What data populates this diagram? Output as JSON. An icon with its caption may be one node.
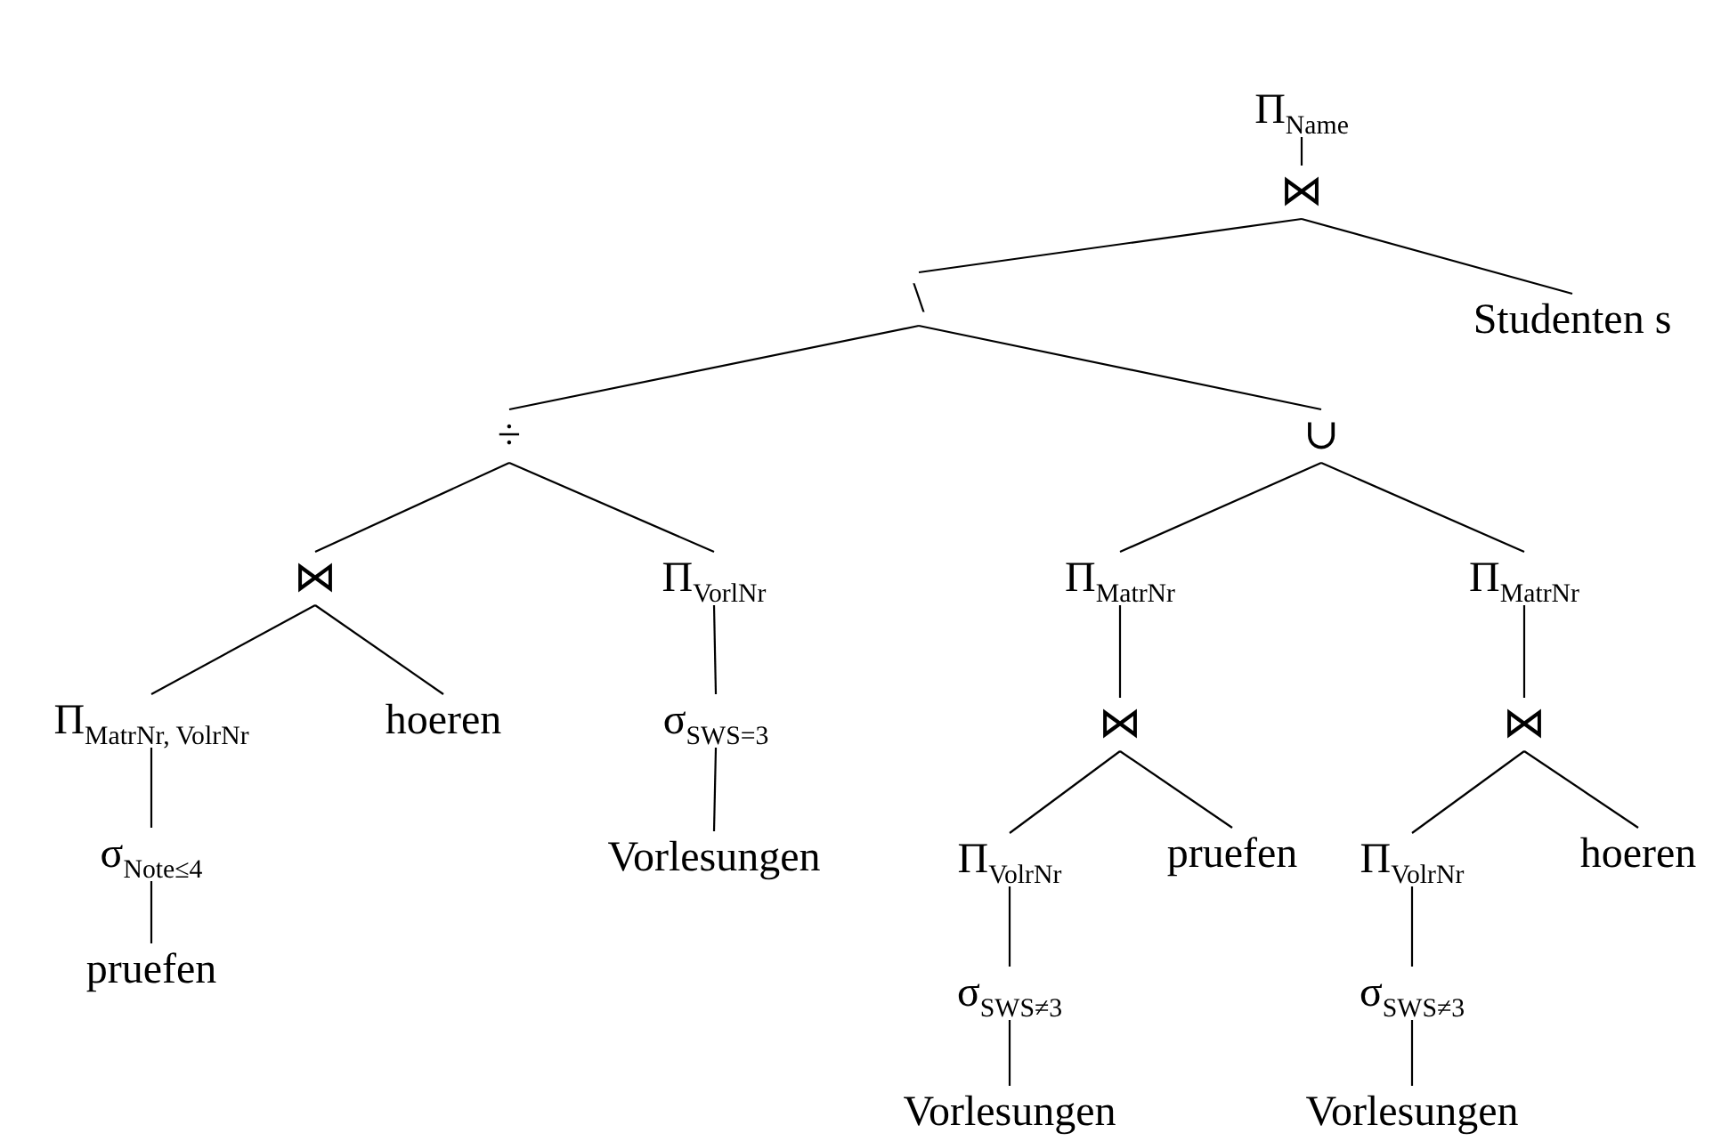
{
  "diagram": {
    "nodes": [
      {
        "text": [
          "Π$_{Name}$"
        ]
      },
      {
        "text": [
          "⋈"
        ]
      },
      {
        "text": [
          "\\"
        ]
      },
      {
        "text": [
          "Studenten s"
        ]
      },
      {
        "text": [
          "÷"
        ]
      },
      {
        "text": [
          "∪"
        ]
      },
      {
        "text": [
          "⋈"
        ]
      },
      {
        "text": [
          "Π$_{VorlNr}$"
        ]
      },
      {
        "text": [
          "Π$_{MatrNr}$"
        ]
      },
      {
        "text": [
          "Π$_{MatrNr}$"
        ]
      },
      {
        "text": [
          "Π$_{MatrNr, VolrNr}$"
        ]
      },
      {
        "text": [
          "hoeren"
        ]
      },
      {
        "text": [
          "σ$_{SWS=3}$"
        ]
      },
      {
        "text": [
          "⋈"
        ]
      },
      {
        "text": [
          "⋈"
        ]
      },
      {
        "text": [
          "σ$_{Note≤4}$"
        ]
      },
      {
        "text": [
          "Vorlesungen"
        ]
      },
      {
        "text": [
          "Π$_{VolrNr}$"
        ]
      },
      {
        "text": [
          "pruefen"
        ]
      },
      {
        "text": [
          "Π$_{VolrNr}$"
        ]
      },
      {
        "text": [
          "hoeren"
        ]
      },
      {
        "text": [
          "pruefen"
        ]
      },
      {
        "text": [
          "σ$_{SWS≠3}$"
        ]
      },
      {
        "text": [
          "σ$_{SWS≠3}$"
        ]
      },
      {
        "text": [
          "Vorlesungen"
        ]
      },
      {
        "text": [
          "Vorlesungen"
        ]
      }
    ],
    "edges": [
      {
        "from": 0,
        "to": 1,
        "arrow": "none"
      },
      {
        "from": 1,
        "to": 2,
        "arrow": "none"
      },
      {
        "from": 1,
        "to": 3,
        "arrow": "none"
      },
      {
        "from": 2,
        "to": 4,
        "arrow": "none"
      },
      {
        "from": 2,
        "to": 5,
        "arrow": "none"
      },
      {
        "from": 4,
        "to": 6,
        "arrow": "none"
      },
      {
        "from": 4,
        "to": 7,
        "arrow": "none"
      },
      {
        "from": 5,
        "to": 8,
        "arrow": "none"
      },
      {
        "from": 5,
        "to": 9,
        "arrow": "none"
      },
      {
        "from": 6,
        "to": 10,
        "arrow": "none"
      },
      {
        "from": 6,
        "to": 11,
        "arrow": "none"
      },
      {
        "from": 7,
        "to": 12,
        "arrow": "none"
      },
      {
        "from": 8,
        "to": 13,
        "arrow": "none"
      },
      {
        "from": 9,
        "to": 14,
        "arrow": "none"
      },
      {
        "from": 10,
        "to": 15,
        "arrow": "none"
      },
      {
        "from": 12,
        "to": 16,
        "arrow": "none"
      },
      {
        "from": 13,
        "to": 17,
        "arrow": "none"
      },
      {
        "from": 13,
        "to": 18,
        "arrow": "none"
      },
      {
        "from": 14,
        "to": 19,
        "arrow": "none"
      },
      {
        "from": 14,
        "to": 20,
        "arrow": "none"
      },
      {
        "from": 15,
        "to": 21,
        "arrow": "none"
      },
      {
        "from": 17,
        "to": 22,
        "arrow": "none"
      },
      {
        "from": 19,
        "to": 23,
        "arrow": "none"
      },
      {
        "from": 22,
        "to": 24,
        "arrow": "none"
      },
      {
        "from": 23,
        "to": 25,
        "arrow": "none"
      }
    ]
  }
}
